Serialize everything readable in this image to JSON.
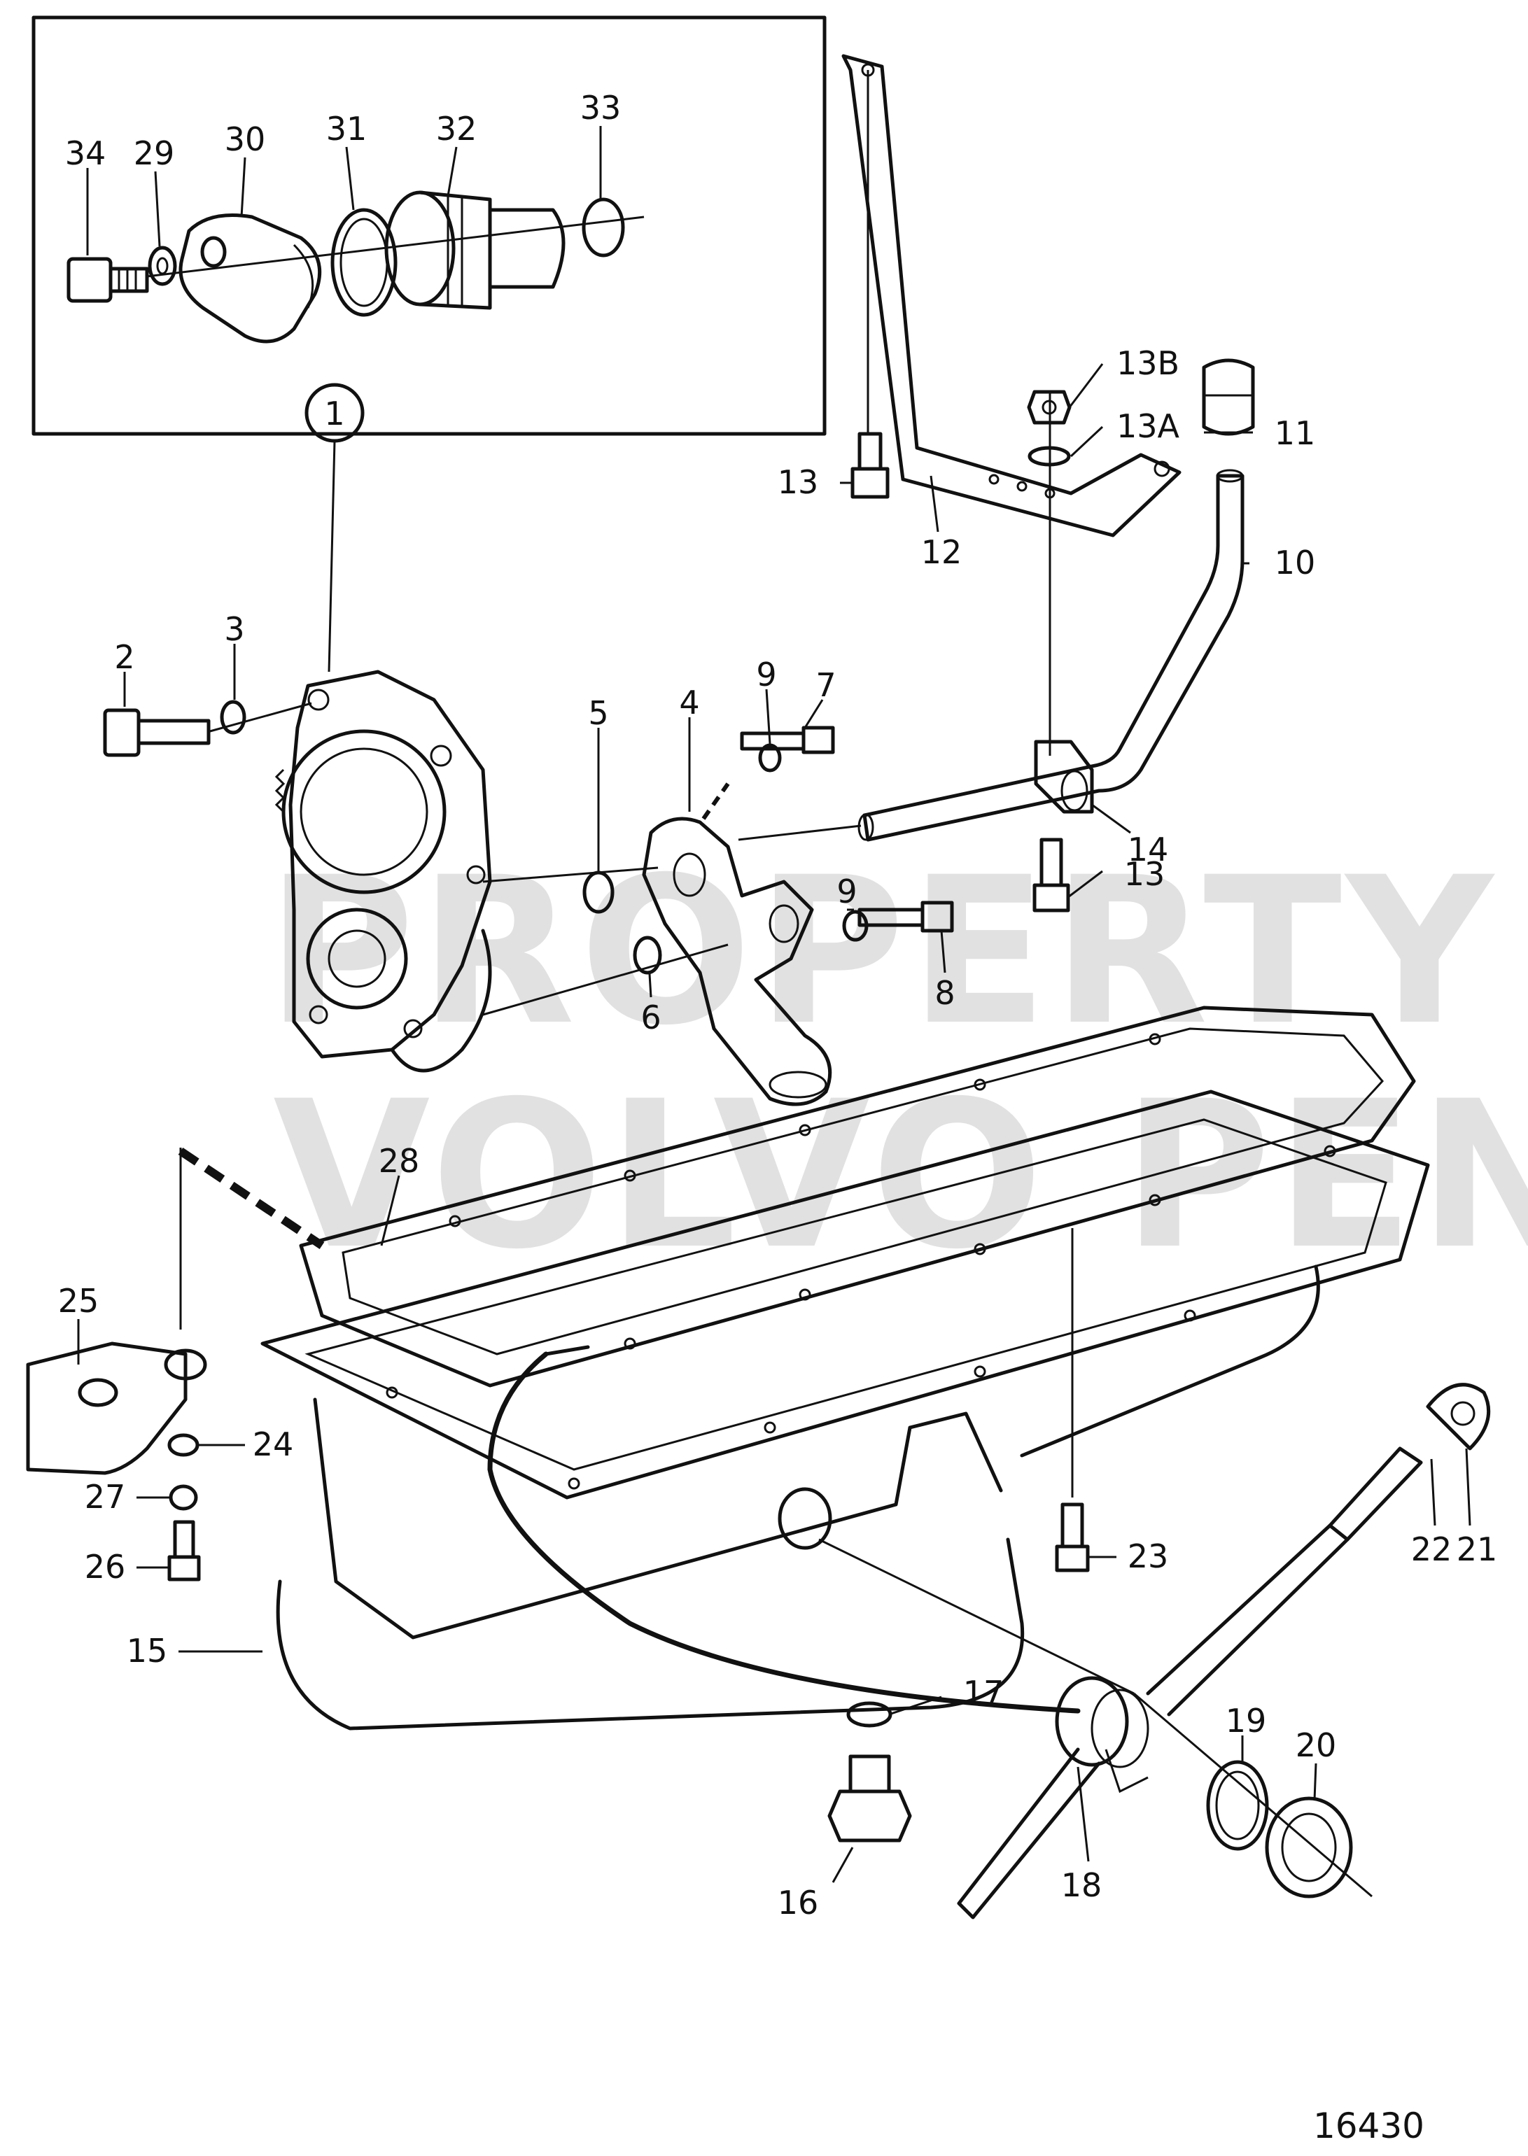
{
  "watermark": {
    "line1": "PROPERTY OF",
    "line2": "VOLVO PENTA"
  },
  "figure_number": "16430",
  "callouts": {
    "c1": "1",
    "c2": "2",
    "c3": "3",
    "c4": "4",
    "c5": "5",
    "c6": "6",
    "c7": "7",
    "c8": "8",
    "c9a": "9",
    "c9b": "9",
    "c10": "10",
    "c11": "11",
    "c12": "12",
    "c13a": "13",
    "c13b": "13",
    "c13A": "13A",
    "c13B": "13B",
    "c14": "14",
    "c15": "15",
    "c16": "16",
    "c17": "17",
    "c18": "18",
    "c19": "19",
    "c20": "20",
    "c21": "21",
    "c22": "22",
    "c23": "23",
    "c24": "24",
    "c25": "25",
    "c26": "26",
    "c27": "27",
    "c28": "28",
    "c29": "29",
    "c30": "30",
    "c31": "31",
    "c32": "32",
    "c33": "33",
    "c34": "34"
  }
}
